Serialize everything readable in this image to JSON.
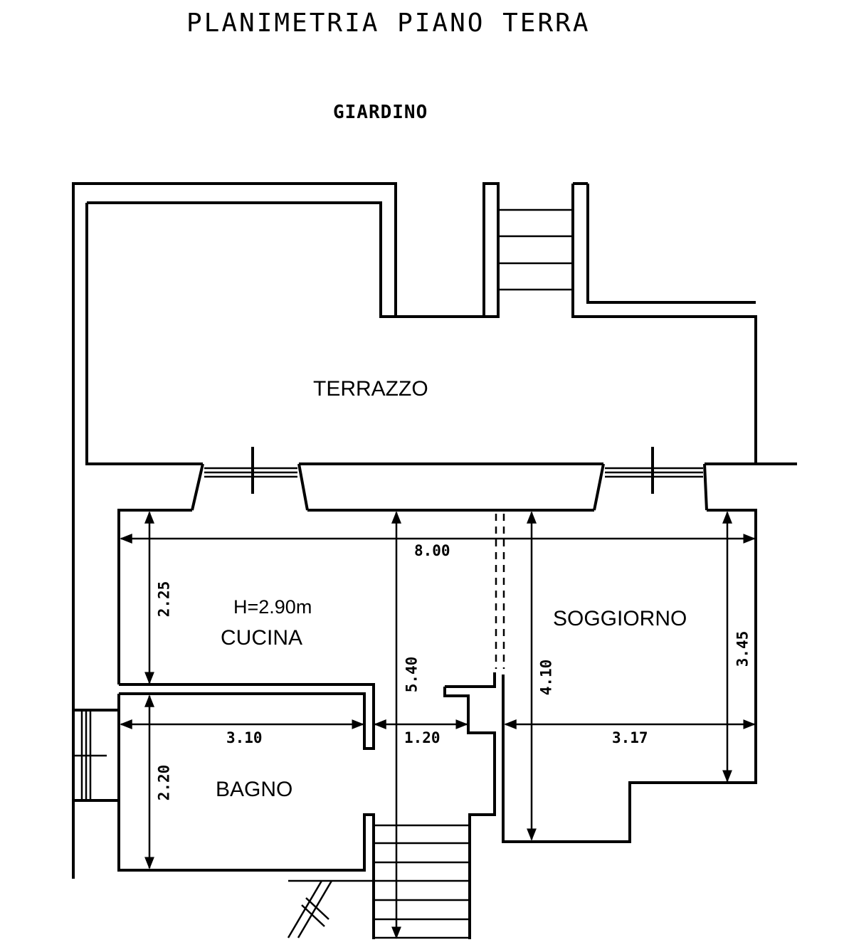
{
  "title": "PLANIMETRIA PIANO TERRA",
  "outside_label": "GIARDINO",
  "rooms": {
    "terrace": "TERRAZZO",
    "kitchen": "CUCINA",
    "living": "SOGGIORNO",
    "bathroom": "BAGNO"
  },
  "ceiling_height": "H=2.90m",
  "dimensions": {
    "total_width": "8.00",
    "kitchen_depth": "2.25",
    "bathroom_depth": "2.20",
    "central_depth": "5.40",
    "living_depth_long": "4.10",
    "living_depth_short": "3.45",
    "bathroom_width": "3.10",
    "corridor_width": "1.20",
    "living_width": "3.17"
  }
}
